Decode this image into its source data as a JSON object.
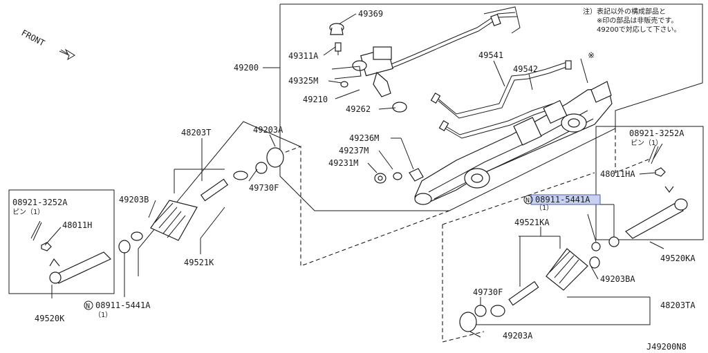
{
  "front_label": "FRONT",
  "diagram_code": "J49200N8",
  "note_lines": [
    "注）表記以外の構成部品と",
    "※印の部品は非販売です。",
    "49200で対応して下さい。"
  ],
  "asterisk": "※",
  "labels": {
    "p49369": "49369",
    "p49311A": "49311A",
    "p49200": "49200",
    "p49325M": "49325M",
    "p49210": "49210",
    "p49262": "49262",
    "p49541": "49541",
    "p49542": "49542",
    "p49236M": "49236M",
    "p49237M": "49237M",
    "p49231M": "49231M",
    "p48203T": "48203T",
    "p49203A_top": "49203A",
    "p49203B": "49203B",
    "p49730F_left": "49730F",
    "p49521K": "49521K",
    "p08921_left": "08921-3252A",
    "p08921_left_sub": "ピン（1）",
    "p48011H": "48011H",
    "p49520K": "49520K",
    "p08911_left": "08911-5441A",
    "p08911_left_qty": "（1）",
    "p08921_right": "08921-3252A",
    "p08921_right_sub": "ピン（1）",
    "p48011HA": "48011HA",
    "p08911_right": "08911-5441A",
    "p08911_right_qty": "（1）",
    "p49521KA": "49521KA",
    "p49520KA": "49520KA",
    "p49730F_right": "49730F",
    "p49203BA": "49203BA",
    "p48203TA": "48203TA",
    "p49203A_bottom": "49203A",
    "n_symbol": "N"
  },
  "highlight_color": "#c8d2f0"
}
